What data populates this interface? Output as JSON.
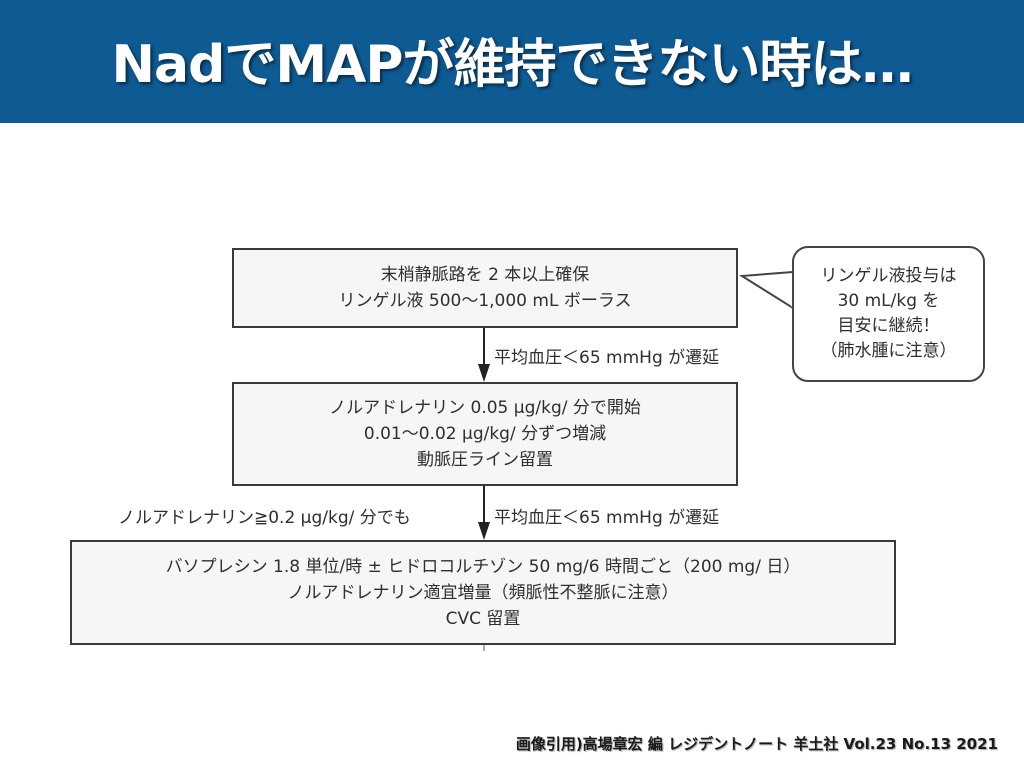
{
  "header": {
    "title": "NadでMAPが維持できない時は…",
    "background_color": "#0e5a93"
  },
  "flowchart": {
    "box1": {
      "lines": [
        "末梢静脈路を 2 本以上確保",
        "リンゲル液 500～1,000 mL ボーラス"
      ]
    },
    "bubble": {
      "lines": [
        "リンゲル液投与は",
        "30 mL/kg を",
        "目安に継続！",
        "（肺水腫に注意）"
      ]
    },
    "arrow1_label": "平均血圧＜65 mmHg が遷延",
    "box2": {
      "lines": [
        "ノルアドレナリン 0.05 μg/kg/ 分で開始",
        "0.01～0.02 μg/kg/ 分ずつ増減",
        "動脈圧ライン留置"
      ]
    },
    "arrow2_left_label": "ノルアドレナリン≧0.2 μg/kg/ 分でも",
    "arrow2_right_label": "平均血圧＜65 mmHg が遷延",
    "box3": {
      "lines": [
        "バソプレシン 1.8 単位/時 ± ヒドロコルチゾン 50 mg/6 時間ごと（200 mg/ 日）",
        "ノルアドレナリン適宜増量（頻脈性不整脈に注意）",
        "CVC 留置"
      ]
    }
  },
  "citation": "画像引用)高場章宏 編 レジデントノート 羊土社 Vol.23 No.13  2021"
}
